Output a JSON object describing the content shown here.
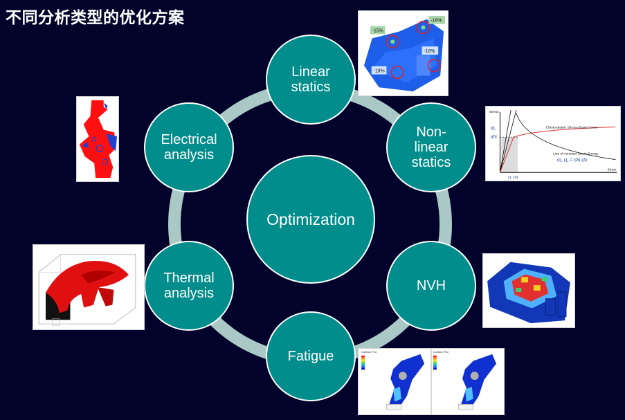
{
  "title": "不同分析类型的优化方案",
  "center": {
    "label": "Optimization"
  },
  "nodes": {
    "linear_statics": "Linear statics",
    "nonlinear_statics": "Non- linear statics",
    "nvh": "NVH",
    "fatigue": "Fatigue",
    "thermal_analysis": "Thermal analysis",
    "electrical_analysis": "Electrical analysis"
  },
  "linear_panel": {
    "labels": [
      "-15%",
      "-16%",
      "-18%",
      "-19%"
    ]
  },
  "stress_strain_panel": {
    "y_axis": "Stress",
    "x_axis": "Strain",
    "curve_label": "Elasto-plastic Stress-Strain Curve",
    "energy_label": "Line of constant Strain Energy",
    "equation": "σL εL = σN εN",
    "sigma_l": "σL",
    "sigma_n": "σN",
    "eps_labels": "εL εN"
  },
  "fatigue_panel": {
    "left_title": "Contour Plot",
    "right_title": "Contour Plot"
  },
  "colors": {
    "background": "#02022a",
    "node_fill": "#008d8b",
    "ring": "#aac8c6",
    "text": "#ffffff"
  }
}
